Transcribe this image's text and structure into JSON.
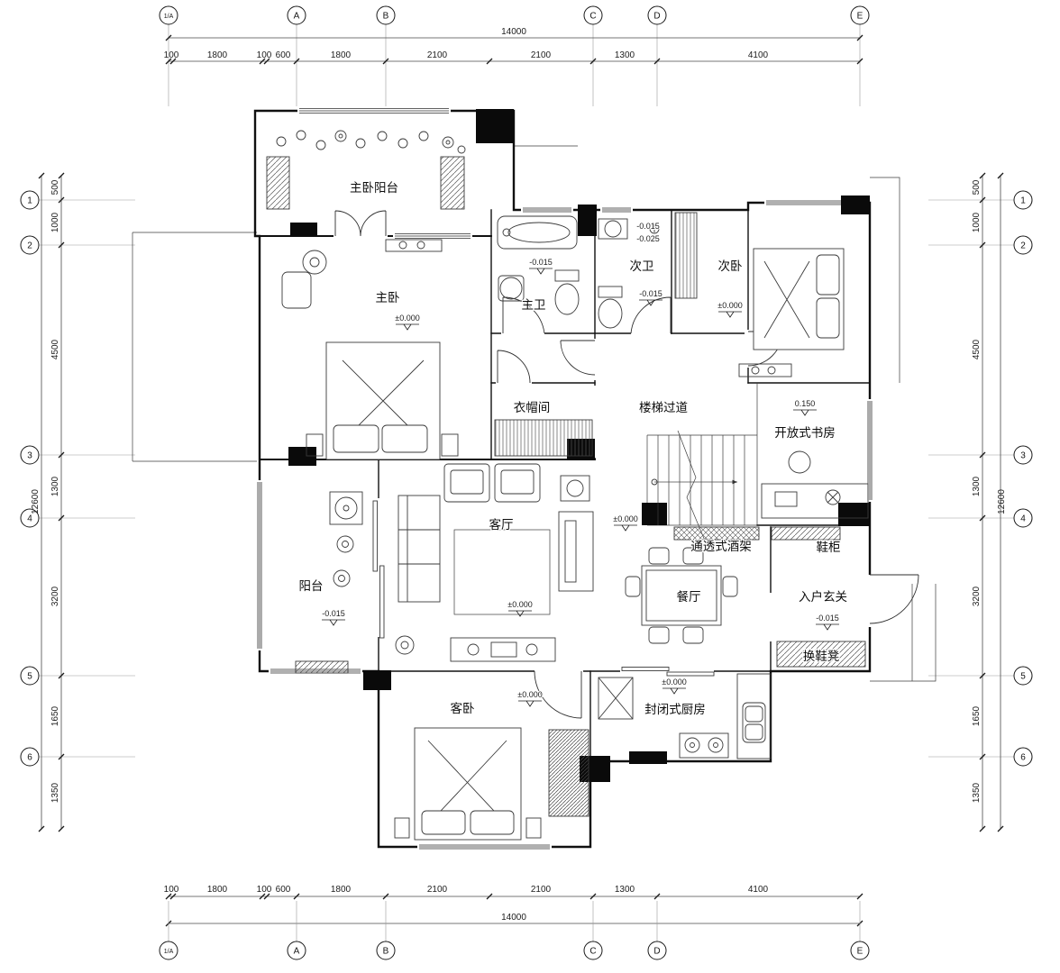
{
  "drawing": {
    "axes": {
      "cols": [
        "1/A",
        "A",
        "B",
        "C",
        "D",
        "E"
      ],
      "rows": [
        "1",
        "2",
        "3",
        "4",
        "5",
        "6"
      ]
    },
    "dims": {
      "h_total": "14000",
      "h_segs": [
        "100",
        "1800",
        "100",
        "600",
        "1800",
        "2100",
        "2100",
        "1300",
        "4100"
      ],
      "v_total": "12600",
      "v_segs": [
        "500",
        "1000",
        "4500",
        "1300",
        "3200",
        "1650",
        "1350"
      ]
    },
    "rooms": {
      "master_balcony": {
        "label": "主卧阳台"
      },
      "master_bedroom": {
        "label": "主卧",
        "level": "±0.000"
      },
      "master_bath": {
        "label": "主卫",
        "level": "-0.015"
      },
      "second_bath": {
        "label": "次卫",
        "level_top": "-0.015",
        "level_mid": "-0.025",
        "level_low": "-0.015"
      },
      "second_bedroom": {
        "label": "次卧",
        "level": "±0.000"
      },
      "cloakroom": {
        "label": "衣帽间"
      },
      "stair_hall": {
        "label": "楼梯过道",
        "level": "±0.000"
      },
      "open_study": {
        "label": "开放式书房",
        "level": "0.150"
      },
      "living_room": {
        "label": "客厅",
        "level": "±0.000"
      },
      "wine_rack": {
        "label": "通透式酒架"
      },
      "shoe_cabinet": {
        "label": "鞋柜"
      },
      "balcony": {
        "label": "阳台",
        "level": "-0.015"
      },
      "dining_room": {
        "label": "餐厅"
      },
      "entry_foyer": {
        "label": "入户玄关",
        "level": "-0.015"
      },
      "shoe_bench": {
        "label": "换鞋凳"
      },
      "guest_bedroom": {
        "label": "客卧",
        "level": "±0.000"
      },
      "kitchen": {
        "label": "封闭式厨房",
        "level": "±0.000"
      }
    }
  }
}
